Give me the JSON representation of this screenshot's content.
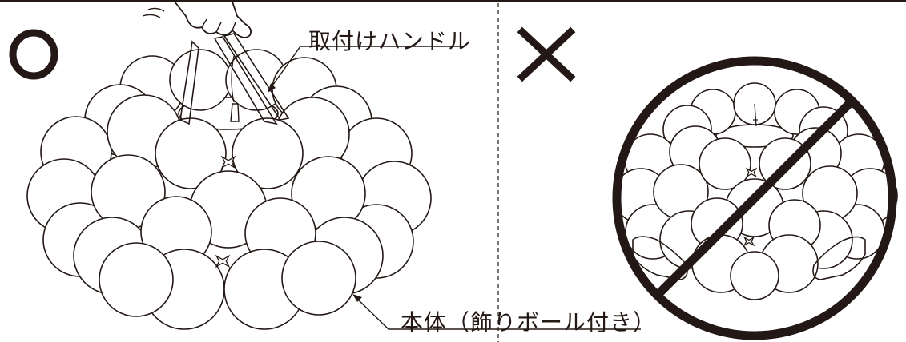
{
  "panels": {
    "correct": {
      "mark_symbol": "circle-mark",
      "meaning": "correct"
    },
    "incorrect": {
      "mark_symbol": "cross-mark",
      "meaning": "incorrect",
      "prohibition": "prohibition-sign"
    }
  },
  "labels": {
    "handle": "取付けハンドル",
    "body": "本体（飾りボール付き）"
  },
  "colors": {
    "ink": "#231815",
    "background": "#ffffff"
  }
}
